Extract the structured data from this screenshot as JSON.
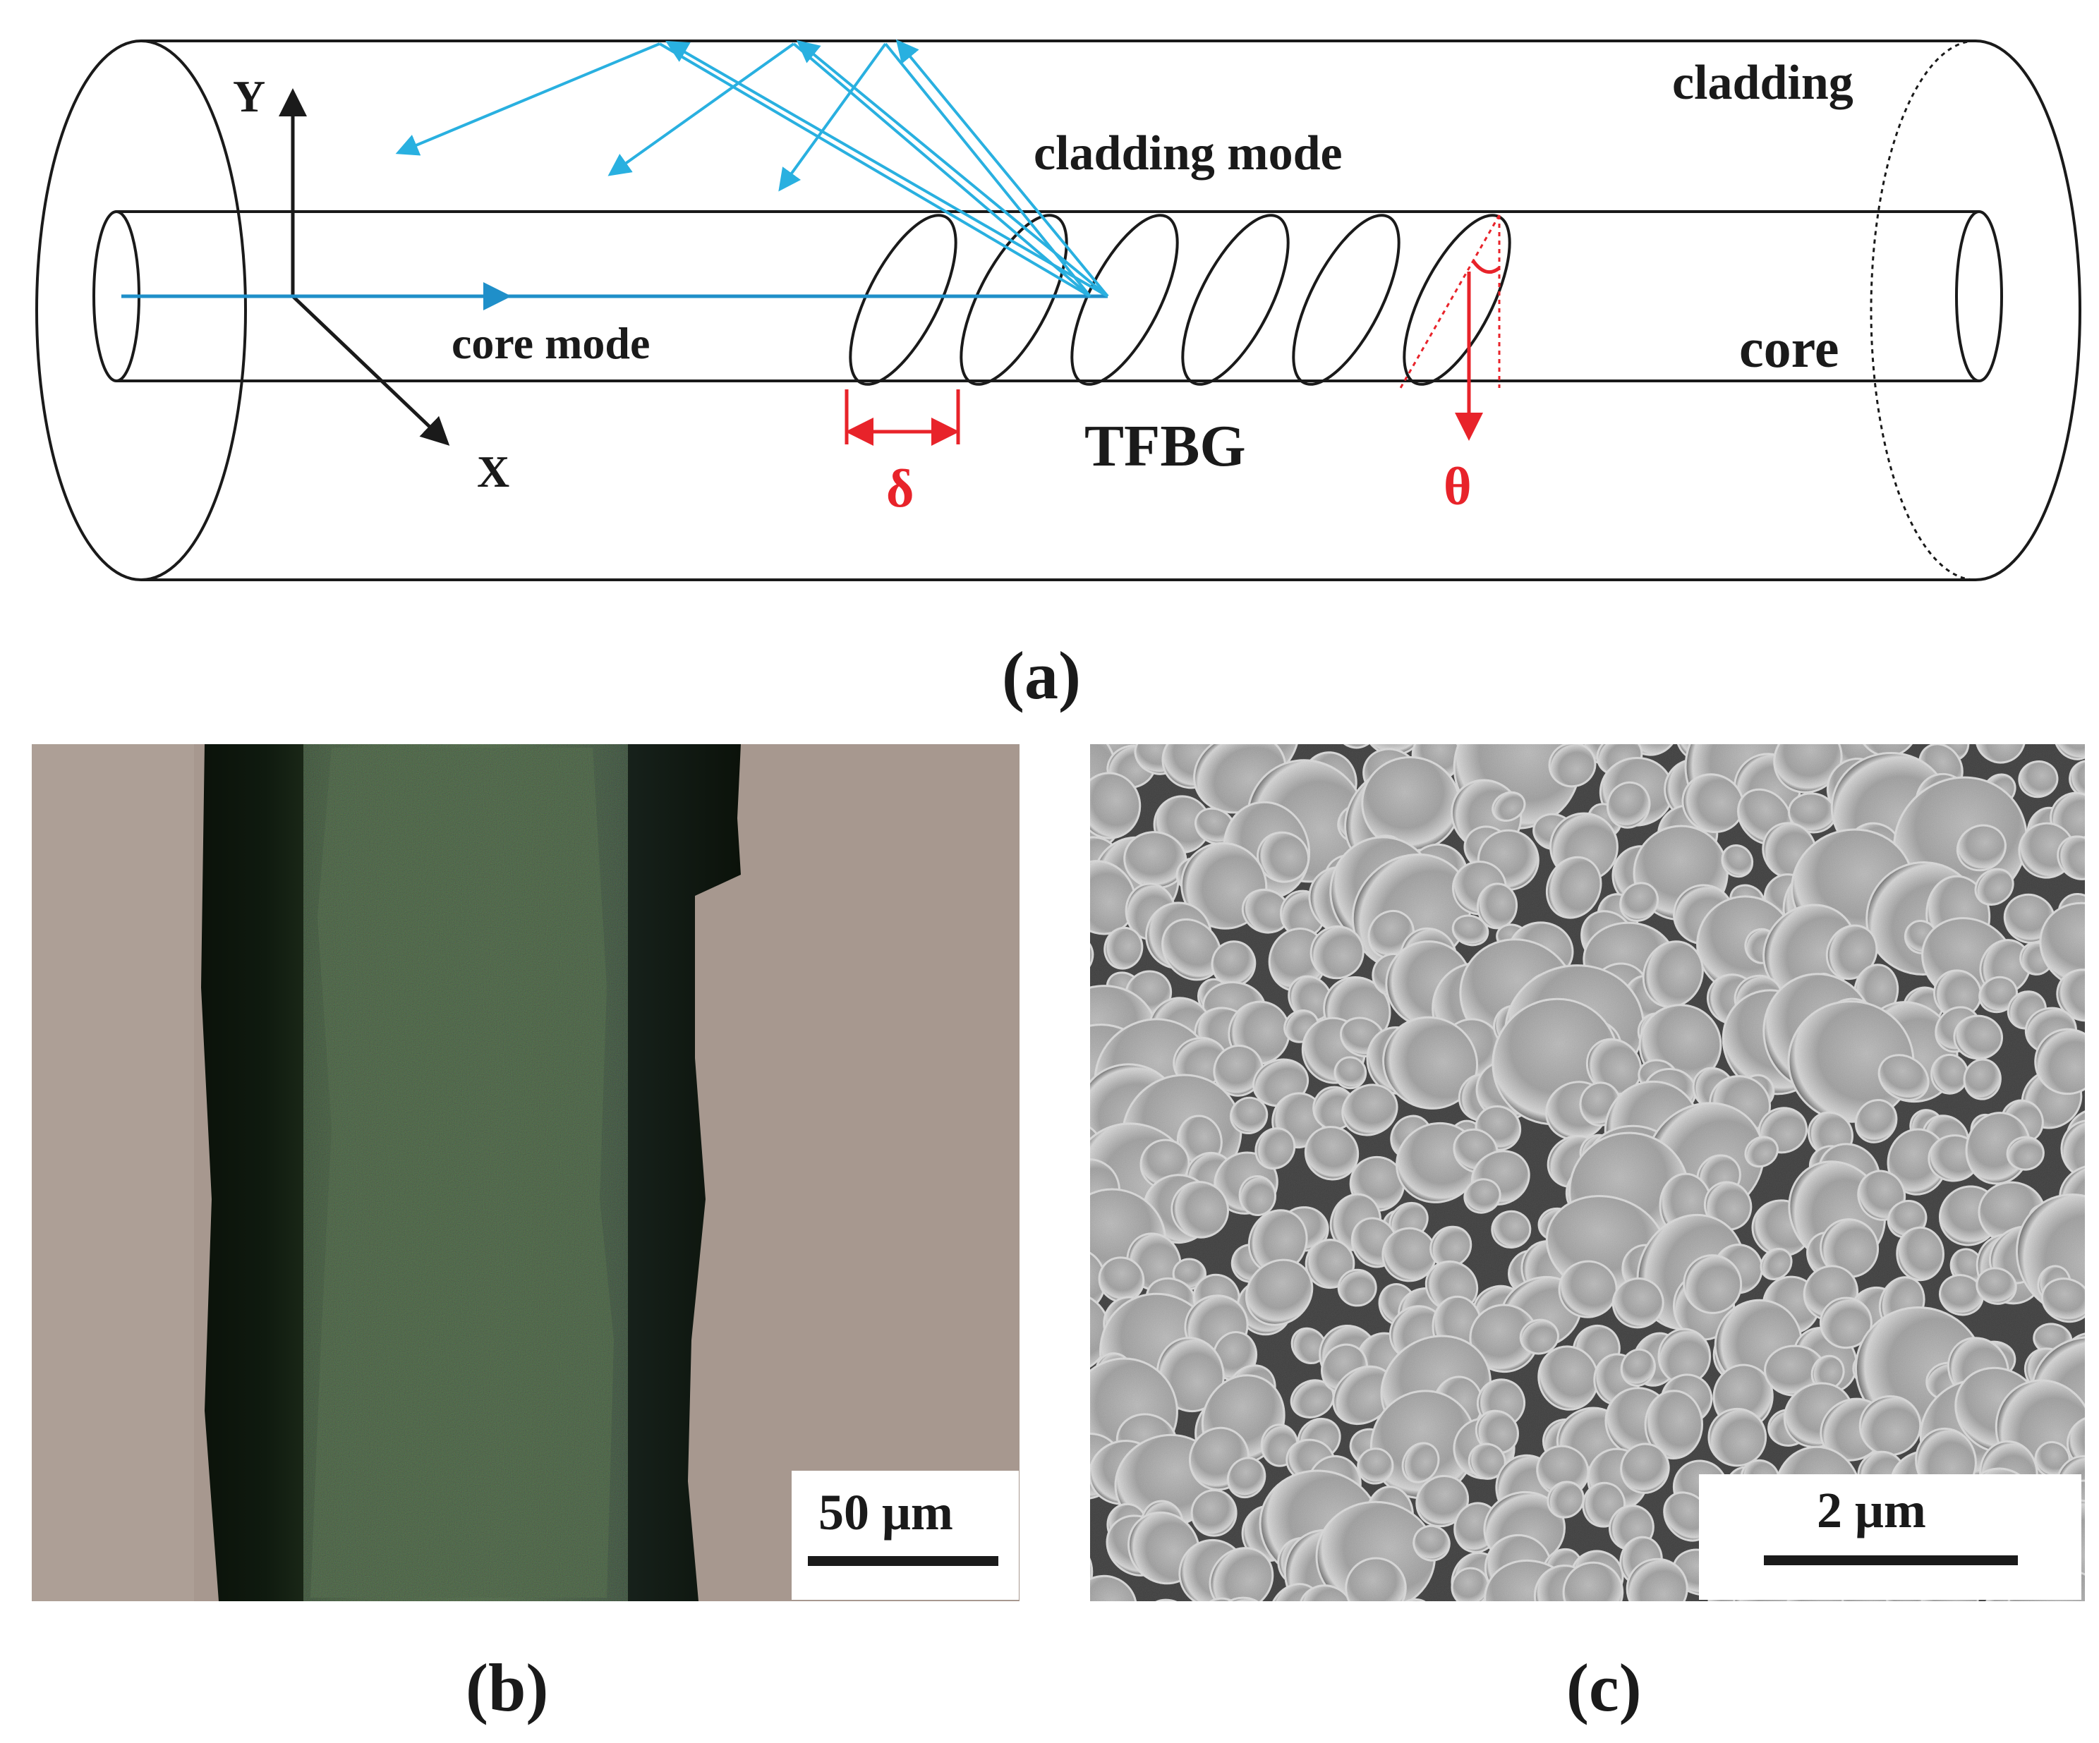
{
  "panel_a": {
    "label": "(a)",
    "texts": {
      "y_axis": "Y",
      "x_axis": "X",
      "cladding": "cladding",
      "cladding_mode": "cladding mode",
      "core_mode": "core mode",
      "core": "core",
      "tfbg": "TFBG",
      "delta": "δ",
      "theta": "θ"
    }
  },
  "panel_b": {
    "label": "(b)",
    "scale_bar": "50 μm"
  },
  "panel_c": {
    "label": "(c)",
    "scale_bar": "2 μm"
  },
  "colors": {
    "line": "#1a1a1a",
    "beam": "#1f8fc9",
    "cladding_ray": "#29b0e0",
    "annotation_red": "#e8232a",
    "micro_background": "#a7988f",
    "fiber_dark": "#0d140c",
    "sem_gray": "#7d7d7d"
  }
}
